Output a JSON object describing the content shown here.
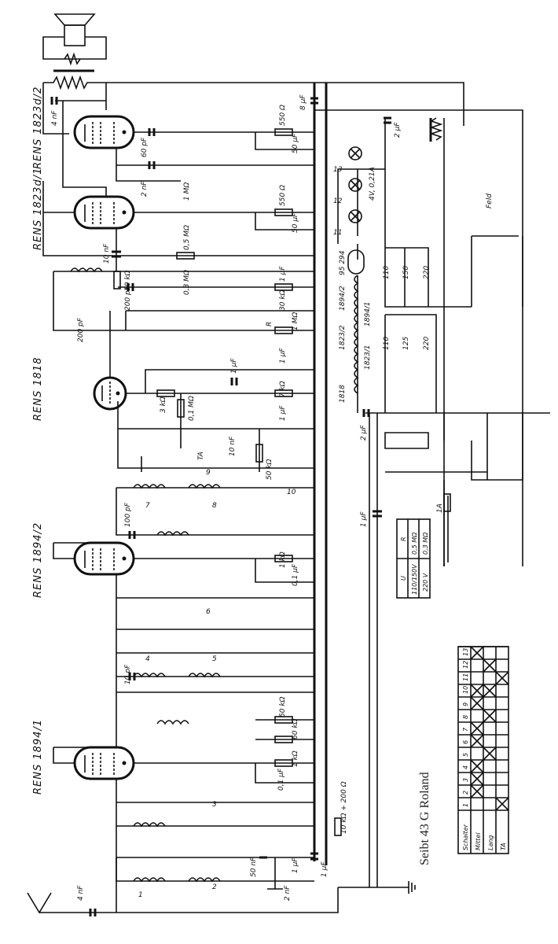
{
  "title": "Seibt 43 G Roland",
  "tubes": [
    "RENS 1823d/2",
    "RENS 1823d/1",
    "RENS 1818",
    "RENS 1894/2",
    "RENS 1894/1"
  ],
  "labels": {
    "c4nf_top": "4 nF",
    "c8uf": "8 µF",
    "r550a": "550 Ω",
    "c50a": "50 µF",
    "c60pf": "60 pF",
    "c2nf": "2 nF",
    "pot1m": "1 MΩ",
    "r550b": "550 Ω",
    "c50b": "50 µF",
    "r05m": "0,5 MΩ",
    "c10nf": "10 nF",
    "r10k": "10 kΩ",
    "c1uf_a": "1 µF",
    "r03m": "0,3 MΩ",
    "c200pf_a": "200 pF",
    "c200pf_b": "200 pF",
    "r30k": "30 kΩ",
    "r1m": "1 MΩ",
    "rR": "R",
    "c1uf_b": "1 µF",
    "c1uf_c": "1 µF",
    "r3k": "3 kΩ",
    "r01m": "0,1 MΩ",
    "r7k": "7 kΩ",
    "c1uf_d": "1 µF",
    "c2uf_main": "2 µF",
    "c1uf_e": "1 µF",
    "ta": "TA",
    "c10nf_b": "10 nF",
    "r50k": "50 kΩ",
    "c100pf": "100 pF",
    "r1k_a": "1 kΩ",
    "c01uf_a": "0,1 µF",
    "c10pf": "10 pF",
    "r50k_b": "50 kΩ",
    "r60k": "60 kΩ",
    "r1k_b": "1 kΩ",
    "c01uf_b": "0,1 µF",
    "pot10k": "10 kΩ + 200 Ω",
    "c4nf_ant": "4 nF",
    "c50nf": "50 nF",
    "c2nf_b": "2 nF",
    "c1uf_f": "1 µF",
    "c1uf_g": "1 µF",
    "c2uf_top": "2 µF",
    "lamp": "4V, 0,21A",
    "barretter": "95 294",
    "fil_18942": "1894/2",
    "fil_18941": "1894/1",
    "fil_18232": "1823/2",
    "fil_18231": "1823/1",
    "fil_1818": "1818",
    "v110a": "110",
    "v150": "150",
    "v220a": "220",
    "v110b": "110",
    "v125": "125",
    "v220b": "220",
    "feld": "Feld",
    "fuse": "1A",
    "sw": [
      "1",
      "2",
      "3",
      "4",
      "5",
      "6",
      "7",
      "8",
      "9",
      "10",
      "11",
      "12",
      "13"
    ]
  },
  "ur_table": {
    "headers": [
      "U",
      "R"
    ],
    "rows": [
      [
        "110/150V",
        "0,5 MΩ"
      ],
      [
        "220 V",
        "0,3 MΩ"
      ]
    ]
  },
  "switch_table": {
    "header": "Schalter",
    "columns": [
      "1",
      "2",
      "3",
      "4",
      "5",
      "6",
      "7",
      "8",
      "9",
      "10",
      "11",
      "12",
      "13"
    ],
    "rows": [
      {
        "label": "Mittel",
        "on": [
          2,
          3,
          4,
          6,
          7,
          9,
          10,
          13
        ]
      },
      {
        "label": "Lang",
        "on": [
          5,
          8,
          10,
          12
        ]
      },
      {
        "label": "TA",
        "on": [
          1,
          11
        ]
      }
    ]
  }
}
